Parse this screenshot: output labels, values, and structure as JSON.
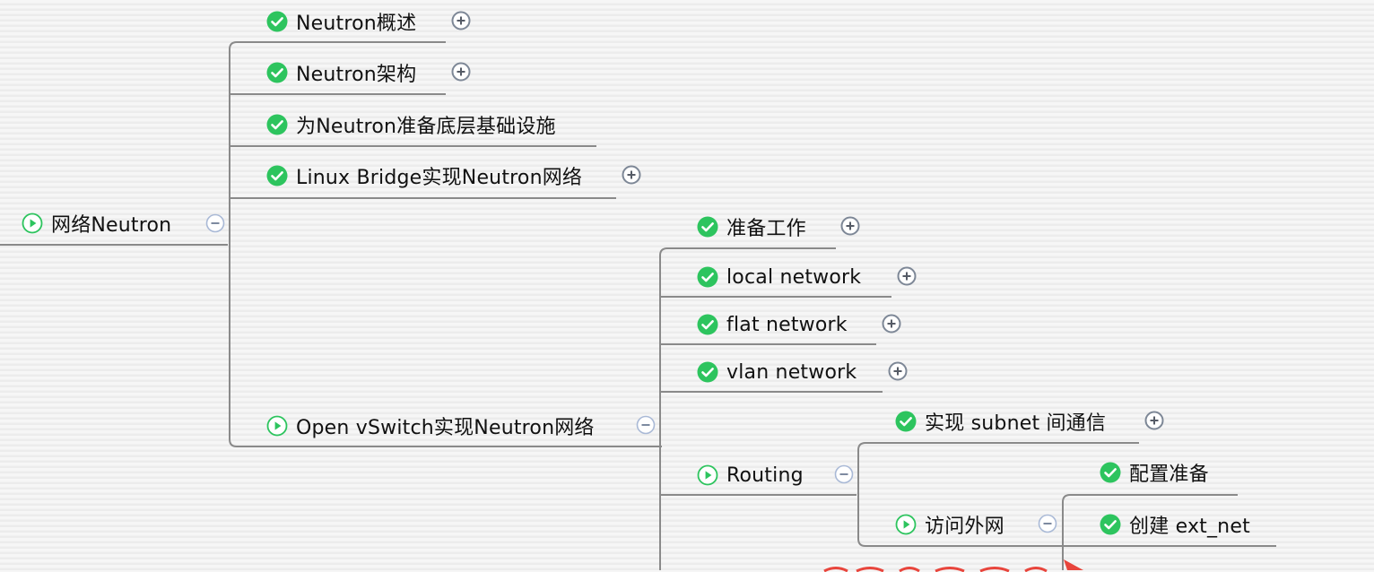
{
  "mindmap": {
    "root": {
      "label": "网络Neutron",
      "status": "in-progress",
      "toggle": "collapse",
      "children": [
        {
          "label": "Neutron概述",
          "status": "done",
          "toggle": "expand"
        },
        {
          "label": "Neutron架构",
          "status": "done",
          "toggle": "expand"
        },
        {
          "label": "为Neutron准备底层基础设施",
          "status": "done"
        },
        {
          "label": "Linux Bridge实现Neutron网络",
          "status": "done",
          "toggle": "expand"
        },
        {
          "label": "Open vSwitch实现Neutron网络",
          "status": "in-progress",
          "toggle": "collapse",
          "children": [
            {
              "label": "准备工作",
              "status": "done",
              "toggle": "expand"
            },
            {
              "label": "local network",
              "status": "done",
              "toggle": "expand"
            },
            {
              "label": "flat network",
              "status": "done",
              "toggle": "expand"
            },
            {
              "label": "vlan network",
              "status": "done",
              "toggle": "expand"
            },
            {
              "label": "Routing",
              "status": "in-progress",
              "toggle": "collapse",
              "children": [
                {
                  "label": "实现 subnet 间通信",
                  "status": "done",
                  "toggle": "expand"
                },
                {
                  "label": "访问外网",
                  "status": "in-progress",
                  "toggle": "collapse",
                  "children": [
                    {
                      "label": "配置准备",
                      "status": "done"
                    },
                    {
                      "label": "创建 ext_net",
                      "status": "done"
                    }
                  ]
                }
              ]
            }
          ]
        }
      ]
    }
  },
  "colors": {
    "done_icon": "#2dc45e",
    "progress_icon": "#2dc45e",
    "branch_line": "#8a8a8a",
    "toggle_border": "#7d8796",
    "toggle_collapse_border": "#a9b9d6",
    "annotation_red": "#e8453c"
  }
}
